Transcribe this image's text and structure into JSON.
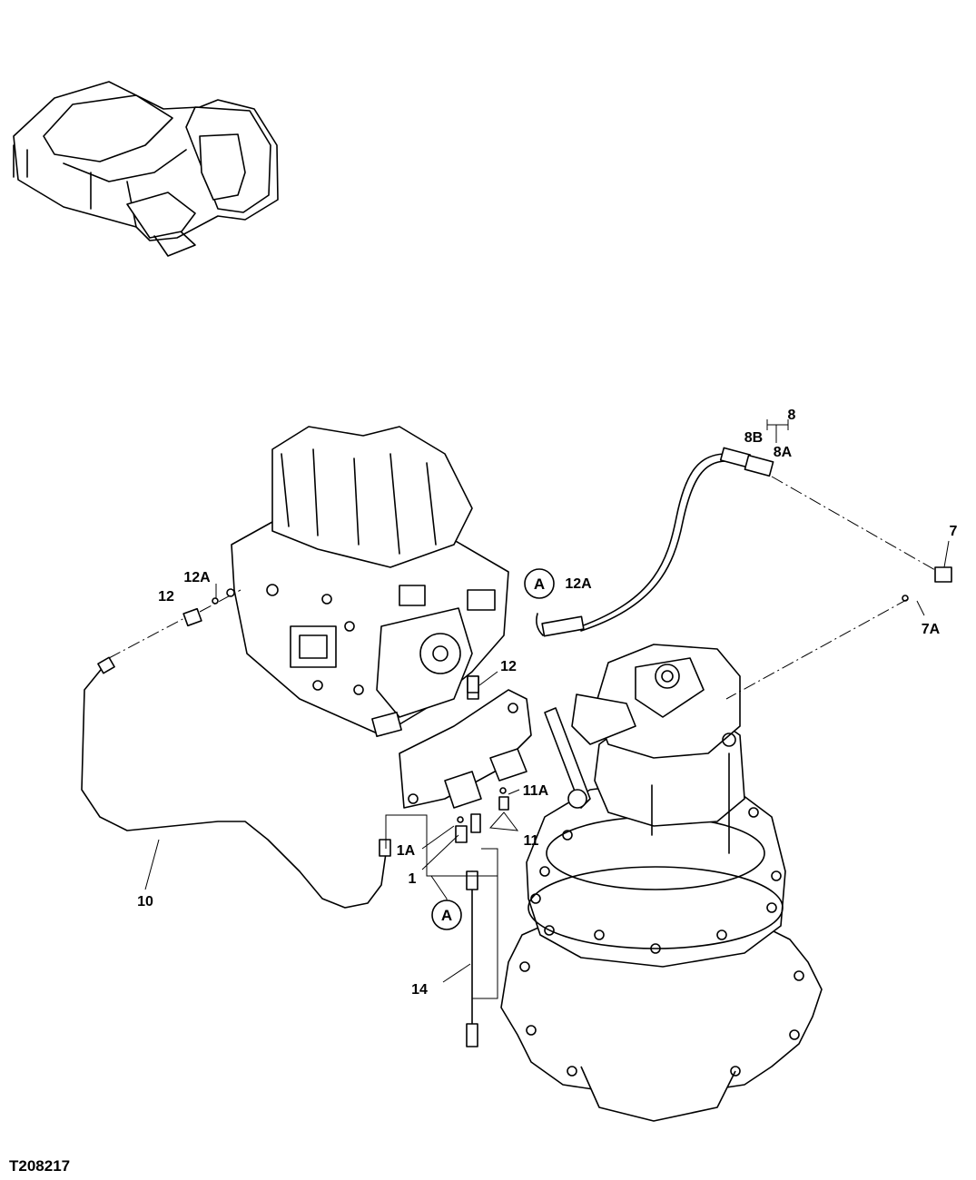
{
  "labels": {
    "p8": "8",
    "p8B": "8B",
    "p8A": "8A",
    "p7": "7",
    "p7A": "7A",
    "p12A_left": "12A",
    "p12_left": "12",
    "p12_right": "12",
    "p12A_ref": "12A",
    "ref_A_top": "A",
    "ref_A_bottom": "A",
    "p11A": "11A",
    "p11": "11",
    "p1A": "1A",
    "p1": "1",
    "p10": "10",
    "p14": "14"
  },
  "figure_code": "T208217"
}
